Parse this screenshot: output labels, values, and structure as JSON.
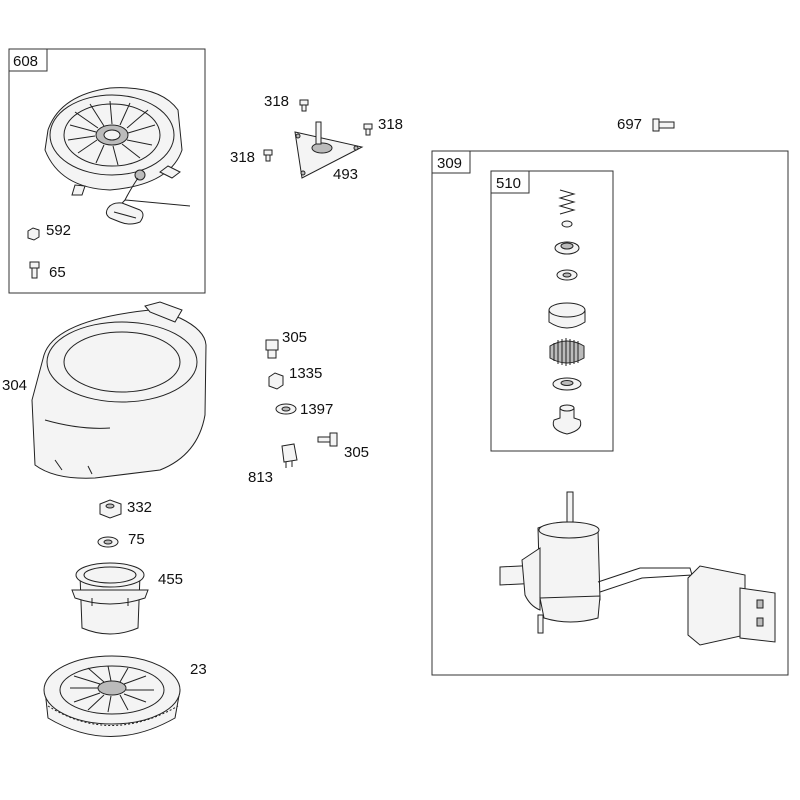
{
  "labels": {
    "608": "608",
    "592": "592",
    "65": "65",
    "318_top": "318",
    "318_right": "318",
    "318_left": "318",
    "493": "493",
    "697": "697",
    "309": "309",
    "510": "510",
    "304": "304",
    "305_top": "305",
    "1335": "1335",
    "1397": "1397",
    "813": "813",
    "305_bottom": "305",
    "332": "332",
    "75": "75",
    "455": "455",
    "23": "23"
  }
}
